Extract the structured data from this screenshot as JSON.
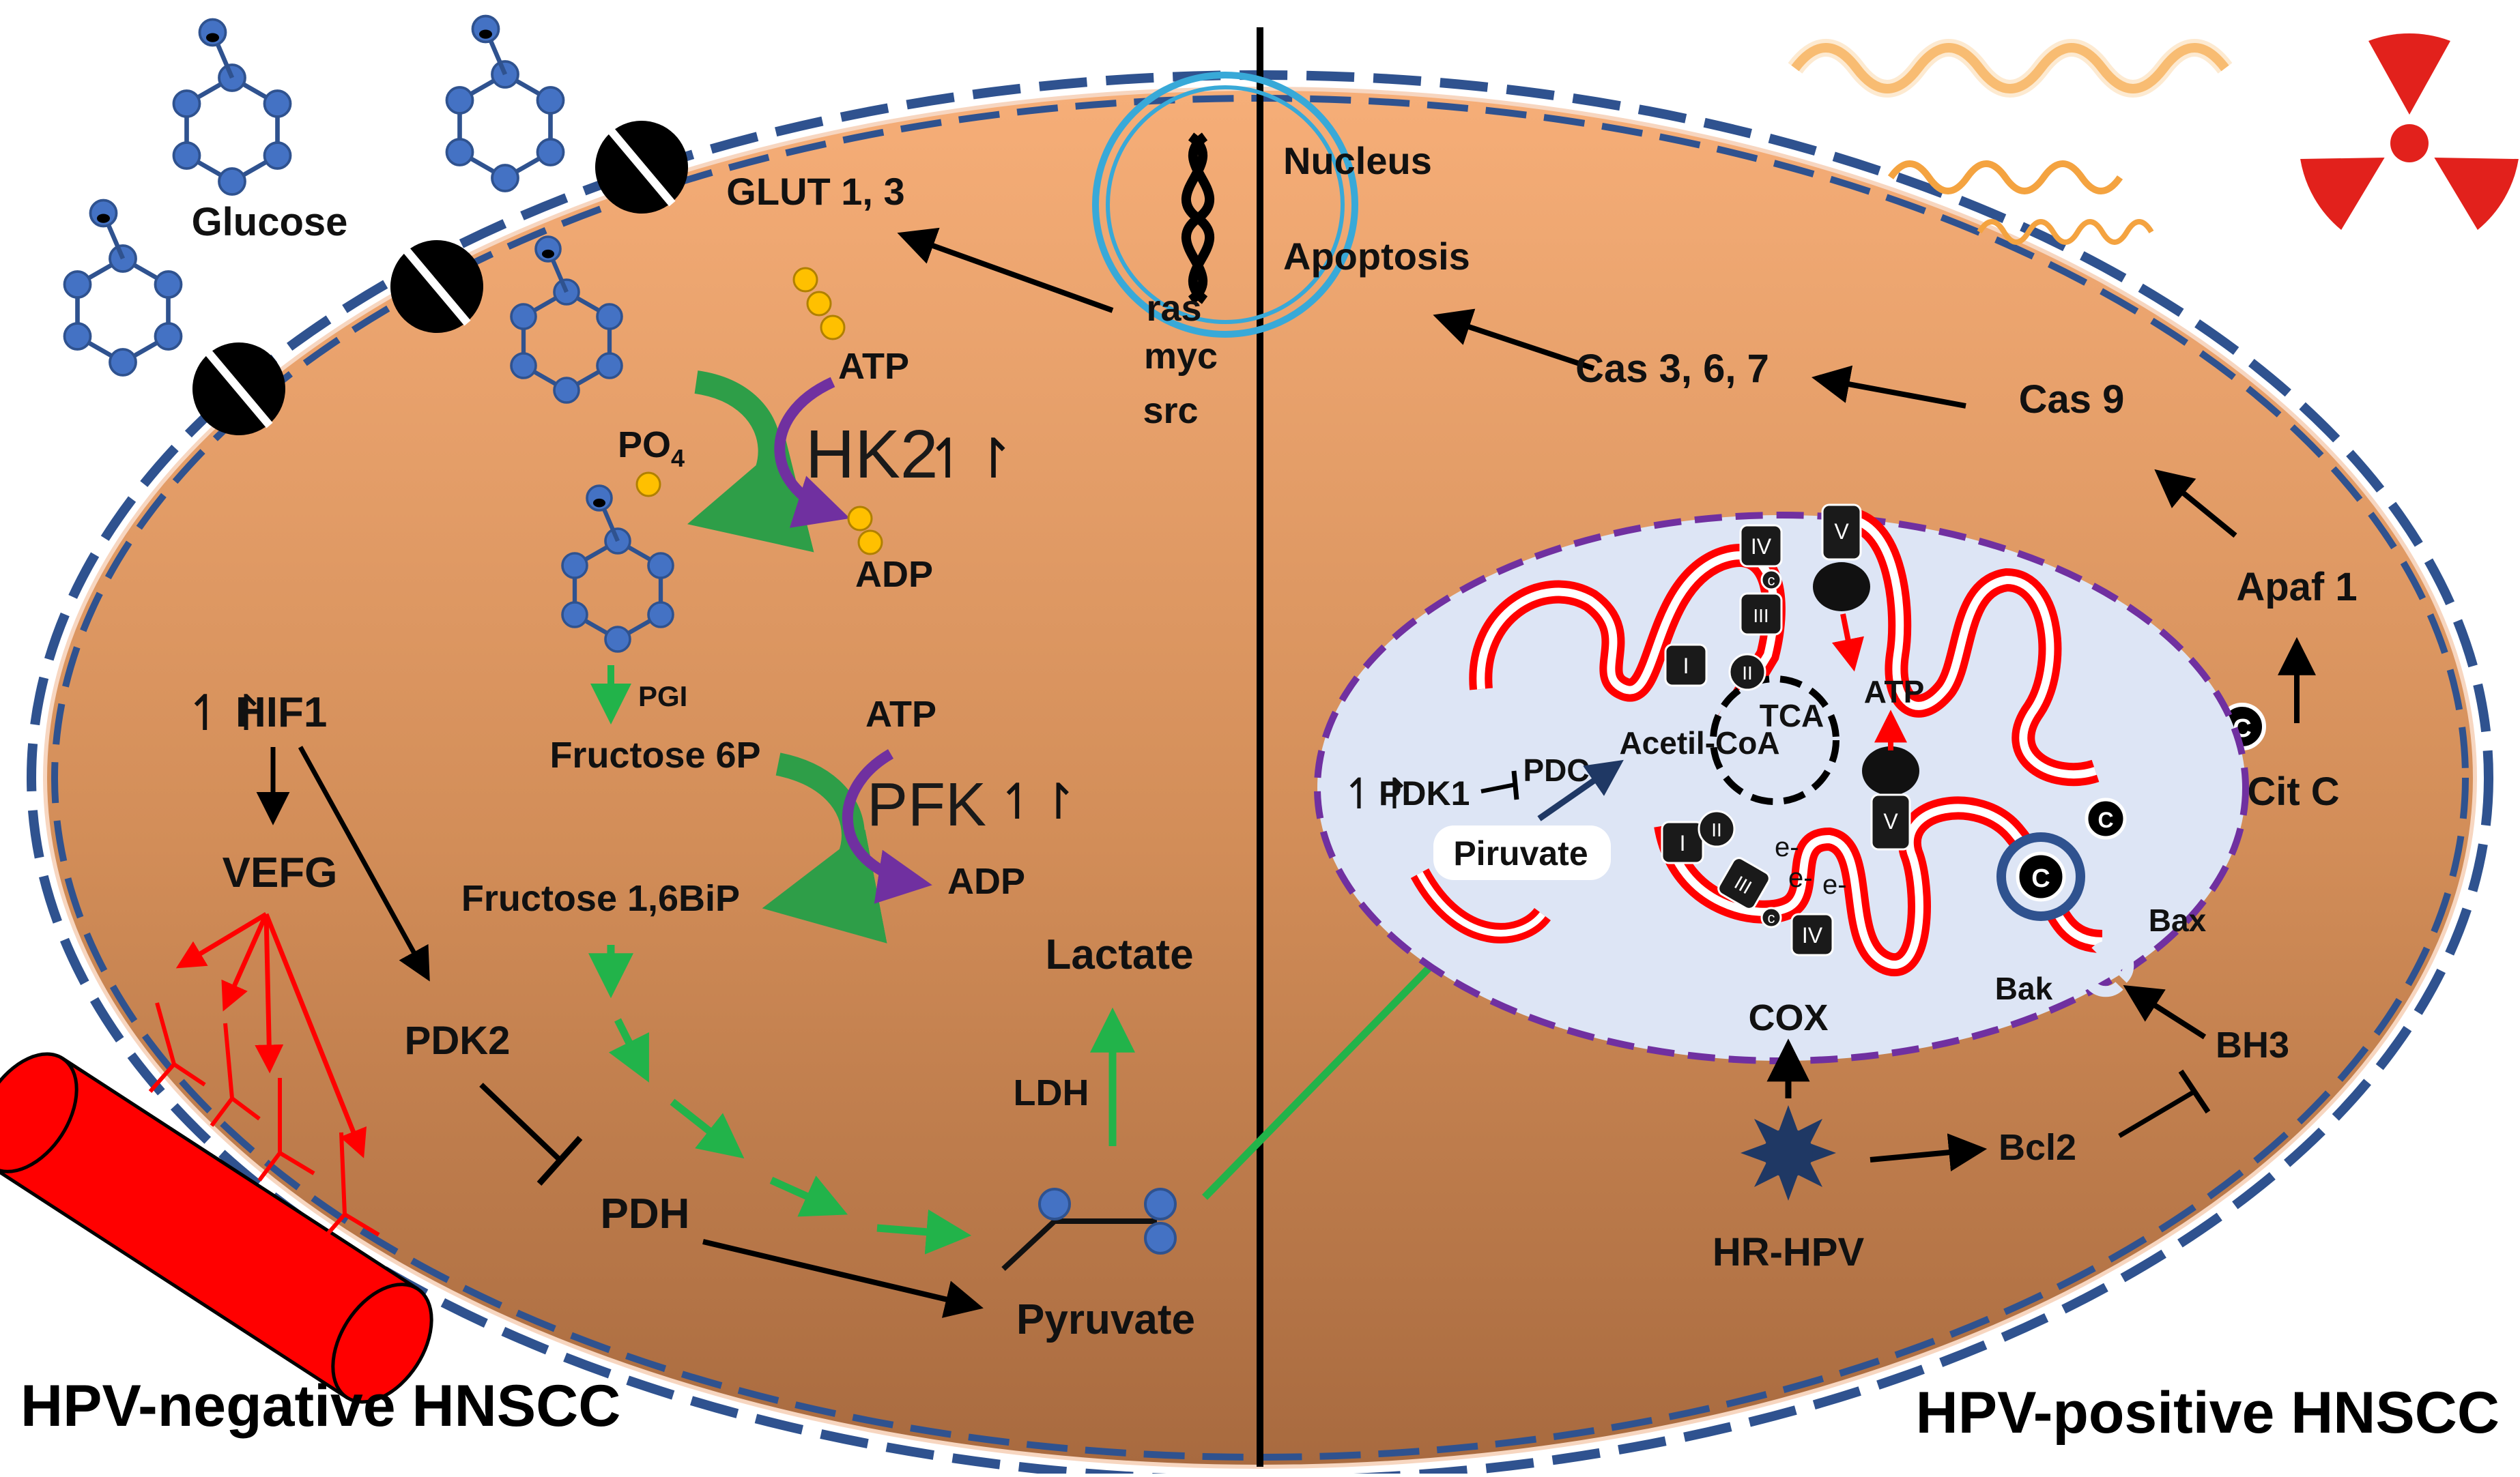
{
  "labels": {
    "glucose": "Glucose",
    "glut": "GLUT 1, 3",
    "nucleus": "Nucleus",
    "apoptosis": "Apoptosis",
    "ras": "ras",
    "myc": "myc",
    "src": "src",
    "atp_hk": "ATP",
    "hk2": "HK2",
    "hk2_arrows": "↿↾",
    "po4": "PO",
    "po4_sub": "4",
    "adp_hk": "ADP",
    "pgi": "PGI",
    "fructose6p": "Fructose 6P",
    "atp_pfk": "ATP",
    "pfk": "PFK",
    "pfk_arrows": "↿↾",
    "fructose16": "Fructose 1,6BiP",
    "adp_pfk": "ADP",
    "lactate": "Lactate",
    "ldh": "LDH",
    "pyruvate": "Pyruvate",
    "pdh": "PDH",
    "pdk2": "PDK2",
    "hif1_arrows": "↿↾",
    "hif1": "HIF1",
    "vefg": "VEFG",
    "neg_caption": "HPV-negative HNSCC",
    "pos_caption": "HPV-positive HNSCC",
    "cas367": "Cas 3, 6, 7",
    "cas9": "Cas 9",
    "apaf1": "Apaf 1",
    "citc": "Cit C",
    "c": "C",
    "bax": "Bax",
    "bak": "Bak",
    "bh3": "BH3",
    "bcl2": "Bcl2",
    "cox": "COX",
    "hrhpv": "HR-HPV",
    "pdk1_arrows": "↿↾",
    "pdk1": "PDK1",
    "pdc": "PDC",
    "acetilcoa": "Acetil-CoA",
    "tca": "TCA",
    "atp_mito": "ATP",
    "piruvate": "Piruvate",
    "em": "e-",
    "cx_I": "I",
    "cx_II": "II",
    "cx_III": "III",
    "cx_IV": "IV",
    "cx_V": "V",
    "cx_c": "c"
  },
  "colors": {
    "cell_top": "#f6ae78",
    "cell_bottom": "#a86a3f",
    "membrane": "#2f528f",
    "glucose_blue": "#4472c4",
    "glycolysis_green": "#22b34a",
    "mito_red": "#ff0000",
    "mito_fill": "#dde5f5",
    "mito_border": "#7030a0",
    "kinase_purple": "#7030a0",
    "kinase_green": "#2e9e48",
    "phosphate": "#ffc000",
    "nucleus_ring": "#38a9d8",
    "wave": "#f4a340",
    "radiation": "#e2211c",
    "hpv_navy": "#1f3864",
    "dark_blue_arrow": "#1f3864"
  }
}
